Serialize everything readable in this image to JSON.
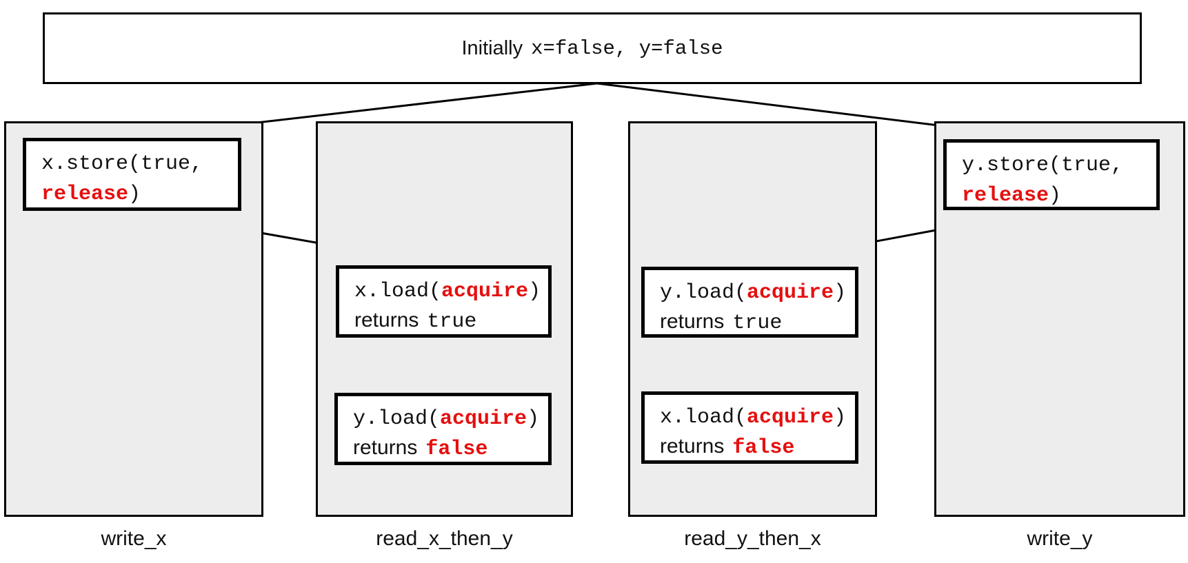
{
  "header": {
    "intro": "Initially",
    "state": "x=false, y=false"
  },
  "threads": {
    "write_x": {
      "label": "write_x",
      "store": {
        "call": "x.store(true,",
        "ordering": "release",
        "close": ")"
      }
    },
    "read_x_then_y": {
      "label": "read_x_then_y",
      "load1": {
        "call": "x.load(",
        "ordering": "acquire",
        "close": ")",
        "returns_word": "returns",
        "returns_value": "true"
      },
      "load2": {
        "call": "y.load(",
        "ordering": "acquire",
        "close": ")",
        "returns_word": "returns",
        "returns_value": "false"
      }
    },
    "read_y_then_x": {
      "label": "read_y_then_x",
      "load1": {
        "call": "y.load(",
        "ordering": "acquire",
        "close": ")",
        "returns_word": "returns",
        "returns_value": "true"
      },
      "load2": {
        "call": "x.load(",
        "ordering": "acquire",
        "close": ")",
        "returns_word": "returns",
        "returns_value": "false"
      }
    },
    "write_y": {
      "label": "write_y",
      "store": {
        "call": "y.store(true,",
        "ordering": "release",
        "close": ")"
      }
    }
  },
  "colors": {
    "highlight_red": "#e60f0f",
    "thread_fill": "#ededed",
    "line_black": "#000000"
  }
}
